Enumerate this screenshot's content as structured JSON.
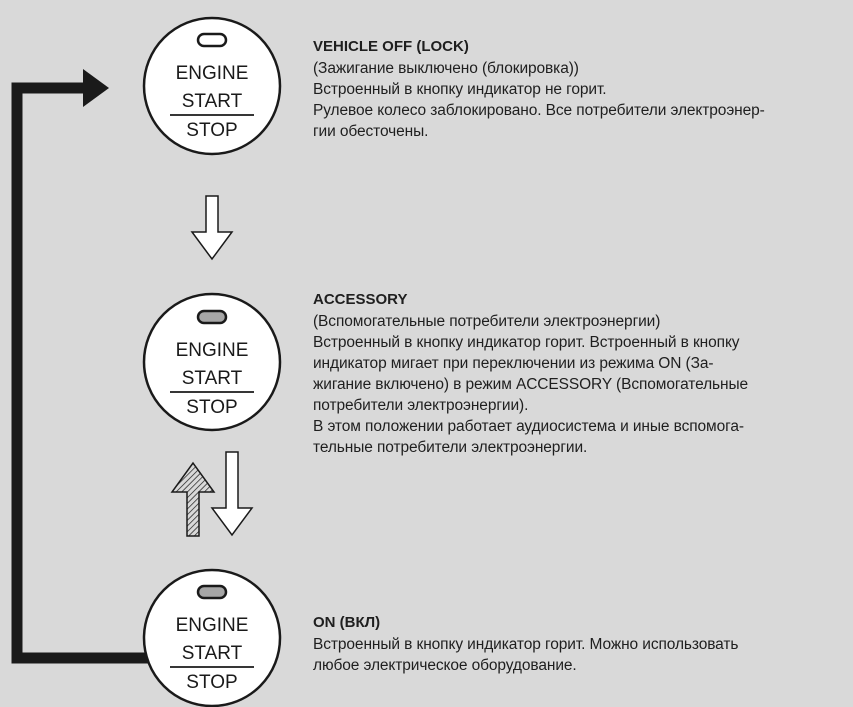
{
  "buttons": [
    {
      "line1": "ENGINE",
      "line2": "START",
      "line3": "STOP",
      "indicator": "off"
    },
    {
      "line1": "ENGINE",
      "line2": "START",
      "line3": "STOP",
      "indicator": "on"
    },
    {
      "line1": "ENGINE",
      "line2": "START",
      "line3": "STOP",
      "indicator": "on"
    }
  ],
  "modes": [
    {
      "title": "VEHICLE OFF (LOCK)",
      "lines": [
        "(Зажигание выключено (блокировка))",
        "Встроенный в кнопку индикатор не горит.",
        "Рулевое колесо заблокировано. Все потребители электроэнер-",
        "гии обесточены."
      ]
    },
    {
      "title": "ACCESSORY",
      "lines": [
        "(Вспомогательные потребители электроэнергии)",
        "Встроенный в кнопку индикатор горит. Встроенный в кнопку",
        "индикатор мигает при переключении из режима ON (За-",
        "жигание включено) в режим ACCESSORY (Вспомогательные",
        "потребители электроэнергии).",
        "В этом положении работает аудиосистема и иные вспомога-",
        "тельные потребители электроэнергии."
      ]
    },
    {
      "title": "ON (ВКЛ)",
      "lines": [
        "Встроенный в кнопку индикатор горит. Можно использовать",
        "любое электрическое оборудование."
      ]
    }
  ],
  "colors": {
    "background": "#d9d9d9",
    "button_fill": "#ffffff",
    "indicator_on": "#a6a6a6",
    "loop_arrow": "#1a1a1a"
  }
}
